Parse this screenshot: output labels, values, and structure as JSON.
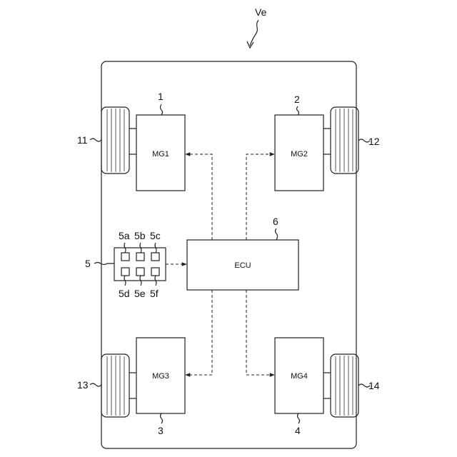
{
  "vehicle_label": "Ve",
  "motors": {
    "mg1": {
      "label": "MG1",
      "ref": "1"
    },
    "mg2": {
      "label": "MG2",
      "ref": "2"
    },
    "mg3": {
      "label": "MG3",
      "ref": "3"
    },
    "mg4": {
      "label": "MG4",
      "ref": "4"
    }
  },
  "ecu": {
    "label": "ECU",
    "ref": "6"
  },
  "sensor_unit": {
    "ref": "5",
    "cells": [
      "5a",
      "5b",
      "5c",
      "5d",
      "5e",
      "5f"
    ]
  },
  "wheels": {
    "fl": "11",
    "fr": "12",
    "rl": "13",
    "rr": "14"
  }
}
